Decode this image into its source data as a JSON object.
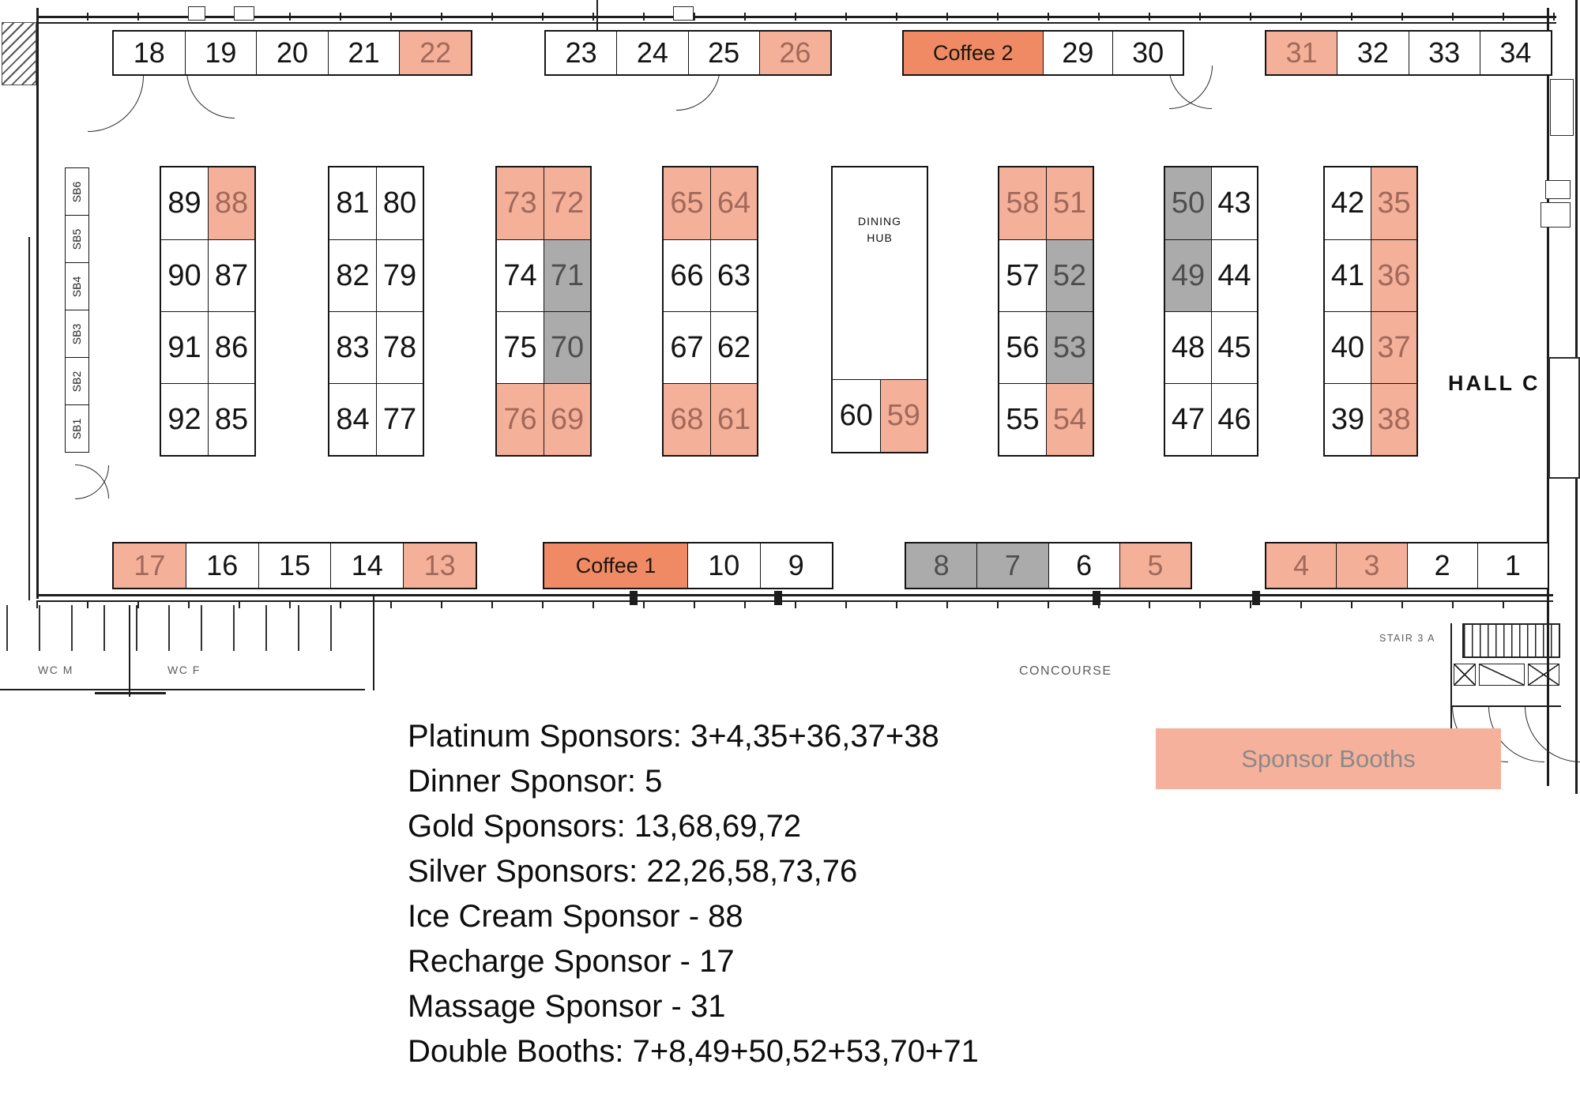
{
  "hall_label": "HALL C",
  "colors": {
    "sponsor_booth": "#f5b09a",
    "coffee_station": "#f08a64",
    "double_booth": "#ababab"
  },
  "sb_strip": {
    "items": [
      "SB6",
      "SB5",
      "SB4",
      "SB3",
      "SB2",
      "SB1"
    ]
  },
  "top_row": {
    "group_a": [
      {
        "n": "18",
        "t": "w"
      },
      {
        "n": "19",
        "t": "w"
      },
      {
        "n": "20",
        "t": "w"
      },
      {
        "n": "21",
        "t": "w"
      },
      {
        "n": "22",
        "t": "s"
      }
    ],
    "group_b": [
      {
        "n": "23",
        "t": "w"
      },
      {
        "n": "24",
        "t": "w"
      },
      {
        "n": "25",
        "t": "w"
      },
      {
        "n": "26",
        "t": "s"
      }
    ],
    "group_c": [
      {
        "n": "Coffee 2",
        "t": "c",
        "double": true
      },
      {
        "n": "29",
        "t": "w"
      },
      {
        "n": "30",
        "t": "w"
      }
    ],
    "group_d": [
      {
        "n": "31",
        "t": "s"
      },
      {
        "n": "32",
        "t": "w"
      },
      {
        "n": "33",
        "t": "w"
      },
      {
        "n": "34",
        "t": "w"
      }
    ]
  },
  "islands": {
    "island_1": [
      {
        "n": "89",
        "t": "w"
      },
      {
        "n": "88",
        "t": "s"
      },
      {
        "n": "90",
        "t": "w"
      },
      {
        "n": "87",
        "t": "w"
      },
      {
        "n": "91",
        "t": "w"
      },
      {
        "n": "86",
        "t": "w"
      },
      {
        "n": "92",
        "t": "w"
      },
      {
        "n": "85",
        "t": "w"
      }
    ],
    "island_2": [
      {
        "n": "81",
        "t": "w"
      },
      {
        "n": "80",
        "t": "w"
      },
      {
        "n": "82",
        "t": "w"
      },
      {
        "n": "79",
        "t": "w"
      },
      {
        "n": "83",
        "t": "w"
      },
      {
        "n": "78",
        "t": "w"
      },
      {
        "n": "84",
        "t": "w"
      },
      {
        "n": "77",
        "t": "w"
      }
    ],
    "island_3": [
      {
        "n": "73",
        "t": "s"
      },
      {
        "n": "72",
        "t": "s"
      },
      {
        "n": "74",
        "t": "w"
      },
      {
        "n": "71",
        "t": "g"
      },
      {
        "n": "75",
        "t": "w"
      },
      {
        "n": "70",
        "t": "g"
      },
      {
        "n": "76",
        "t": "s"
      },
      {
        "n": "69",
        "t": "s"
      }
    ],
    "island_4": [
      {
        "n": "65",
        "t": "s"
      },
      {
        "n": "64",
        "t": "s"
      },
      {
        "n": "66",
        "t": "w"
      },
      {
        "n": "63",
        "t": "w"
      },
      {
        "n": "67",
        "t": "w"
      },
      {
        "n": "62",
        "t": "w"
      },
      {
        "n": "68",
        "t": "s"
      },
      {
        "n": "61",
        "t": "s"
      }
    ],
    "island_5": [
      {
        "n": "58",
        "t": "s"
      },
      {
        "n": "51",
        "t": "s"
      },
      {
        "n": "57",
        "t": "w"
      },
      {
        "n": "52",
        "t": "g"
      },
      {
        "n": "56",
        "t": "w"
      },
      {
        "n": "53",
        "t": "g"
      },
      {
        "n": "55",
        "t": "w"
      },
      {
        "n": "54",
        "t": "s"
      }
    ],
    "island_6": [
      {
        "n": "50",
        "t": "g"
      },
      {
        "n": "43",
        "t": "w"
      },
      {
        "n": "49",
        "t": "g"
      },
      {
        "n": "44",
        "t": "w"
      },
      {
        "n": "48",
        "t": "w"
      },
      {
        "n": "45",
        "t": "w"
      },
      {
        "n": "47",
        "t": "w"
      },
      {
        "n": "46",
        "t": "w"
      }
    ],
    "island_7": [
      {
        "n": "42",
        "t": "w"
      },
      {
        "n": "35",
        "t": "s"
      },
      {
        "n": "41",
        "t": "w"
      },
      {
        "n": "36",
        "t": "s"
      },
      {
        "n": "40",
        "t": "w"
      },
      {
        "n": "37",
        "t": "s"
      },
      {
        "n": "39",
        "t": "w"
      },
      {
        "n": "38",
        "t": "s"
      }
    ]
  },
  "dining_hub": {
    "label": "DINING HUB",
    "cells": [
      {
        "n": "60",
        "t": "w"
      },
      {
        "n": "59",
        "t": "s"
      }
    ]
  },
  "bottom_row": {
    "group_e": [
      {
        "n": "17",
        "t": "s"
      },
      {
        "n": "16",
        "t": "w"
      },
      {
        "n": "15",
        "t": "w"
      },
      {
        "n": "14",
        "t": "w"
      },
      {
        "n": "13",
        "t": "s"
      }
    ],
    "group_f": [
      {
        "n": "Coffee 1",
        "t": "c",
        "double": true
      },
      {
        "n": "10",
        "t": "w"
      },
      {
        "n": "9",
        "t": "w"
      }
    ],
    "group_g": [
      {
        "n": "8",
        "t": "g"
      },
      {
        "n": "7",
        "t": "g"
      },
      {
        "n": "6",
        "t": "w"
      },
      {
        "n": "5",
        "t": "s"
      }
    ],
    "group_h": [
      {
        "n": "4",
        "t": "s"
      },
      {
        "n": "3",
        "t": "s"
      },
      {
        "n": "2",
        "t": "w"
      },
      {
        "n": "1",
        "t": "w"
      }
    ]
  },
  "plan_labels": {
    "concourse": "CONCOURSE",
    "stair": "STAIR 3 A",
    "wc_m": "WC M",
    "wc_f": "WC F"
  },
  "legend": {
    "box_label": "Sponsor Booths",
    "lines": [
      "Platinum Sponsors: 3+4,35+36,37+38",
      "Dinner Sponsor: 5",
      "Gold Sponsors: 13,68,69,72",
      "Silver Sponsors: 22,26,58,73,76",
      "Ice Cream Sponsor - 88",
      "Recharge Sponsor - 17",
      "Massage Sponsor - 31",
      "Double Booths: 7+8,49+50,52+53,70+71"
    ]
  }
}
